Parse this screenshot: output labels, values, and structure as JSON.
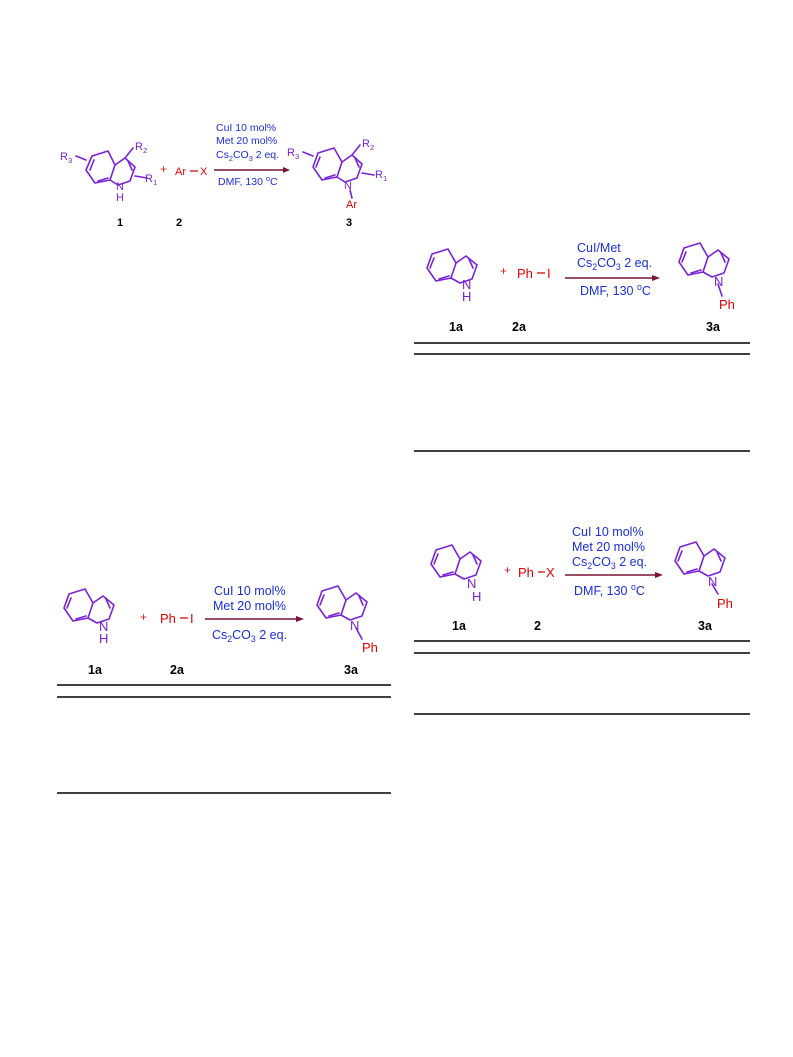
{
  "scheme1": {
    "r3": "R3",
    "r2": "R2",
    "r1": "R1",
    "nh": "N",
    "h": "H",
    "arx_ar": "Ar",
    "arx_x": "X",
    "cond_cat": "CuI 10 mol%",
    "cond_lig": "Met 20 mol%",
    "cond_base_a": "Cs",
    "cond_base_b": "2",
    "cond_base_c": "CO",
    "cond_base_d": "3",
    "cond_base_e": " 2 eq.",
    "cond_solv": "DMF, 130 ",
    "deg": "o",
    "cel": "C",
    "p_r3": "R3",
    "p_r2": "R2",
    "p_r1": "R1",
    "p_n": "N",
    "p_ar": "Ar",
    "num1": "1",
    "num2": "2",
    "num3": "3"
  },
  "scheme2": {
    "n": "N",
    "h": "H",
    "ph": "Ph",
    "i": "I",
    "cond_cat": "CuI/Met",
    "cond_base_a": "Cs",
    "cond_base_b": "2",
    "cond_base_c": "CO",
    "cond_base_d": "3",
    "cond_base_e": " 2 eq.",
    "cond_solv": "DMF, 130 ",
    "deg": "o",
    "cel": "C",
    "p_n": "N",
    "p_ph": "Ph",
    "num1": "1a",
    "num2": "2a",
    "num3": "3a"
  },
  "scheme3": {
    "n": "N",
    "h": "H",
    "ph": "Ph",
    "i": "I",
    "cond_cat": "CuI 10 mol%",
    "cond_lig": "Met 20 mol%",
    "cond_base_a": "Cs",
    "cond_base_b": "2",
    "cond_base_c": "CO",
    "cond_base_d": "3",
    "cond_base_e": " 2 eq.",
    "p_n": "N",
    "p_ph": "Ph",
    "num1": "1a",
    "num2": "2a",
    "num3": "3a"
  },
  "scheme4": {
    "n": "N",
    "h": "H",
    "ph": "Ph",
    "x": "X",
    "cond_cat": "CuI 10 mol%",
    "cond_lig": "Met 20 mol%",
    "cond_base_a": "Cs",
    "cond_base_b": "2",
    "cond_base_c": "CO",
    "cond_base_d": "3",
    "cond_base_e": " 2 eq.",
    "cond_solv": "DMF, 130 ",
    "deg": "o",
    "cel": "C",
    "p_n": "N",
    "p_ph": "Ph",
    "num1": "1a",
    "num2": "2",
    "num3": "3a"
  },
  "colors": {
    "molecule": "#7b22d6",
    "reagent": "#e00000",
    "conditions": "#1a2fd6",
    "arrow": "#7a1535",
    "rule": "#000000"
  }
}
